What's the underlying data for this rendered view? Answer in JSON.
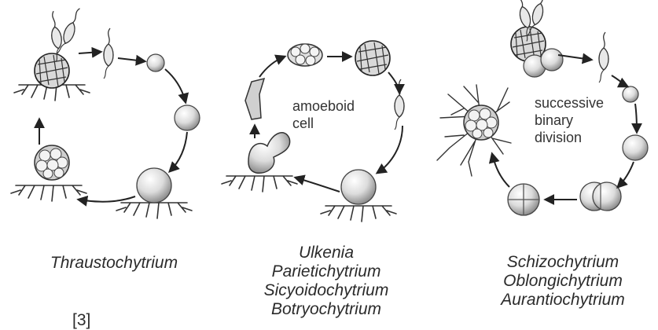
{
  "cycles": [
    {
      "label": "Thraustochytrium"
    },
    {
      "inner_text": [
        "amoeboid",
        "cell"
      ],
      "genera": [
        "Ulkenia",
        "Parietichytrium",
        "Sicyoidochytrium",
        "Botryochytrium"
      ]
    },
    {
      "inner_text": [
        "successive",
        "binary",
        "division"
      ],
      "genera": [
        "Schizochytrium",
        "Oblongichytrium",
        "Aurantiochytrium"
      ]
    }
  ],
  "citation": "[3]"
}
